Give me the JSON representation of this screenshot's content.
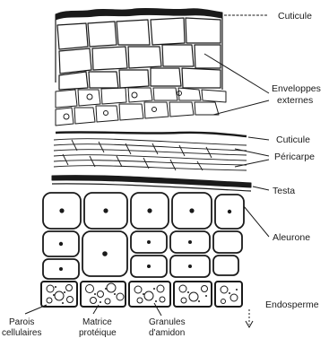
{
  "labels": {
    "cuticule_top": "Cuticule",
    "enveloppes_line1": "Enveloppes",
    "enveloppes_line2": "externes",
    "cuticule_mid": "Cuticule",
    "pericarpe": "Péricarpe",
    "testa": "Testa",
    "aleurone": "Aleurone",
    "endosperme": "Endosperme",
    "parois_line1": "Parois",
    "parois_line2": "cellulaires",
    "matrice_line1": "Matrice",
    "matrice_line2": "protéique",
    "granules_line1": "Granules",
    "granules_line2": "d'amidon"
  },
  "colors": {
    "ink": "#1a1a1a",
    "paper": "#ffffff"
  }
}
